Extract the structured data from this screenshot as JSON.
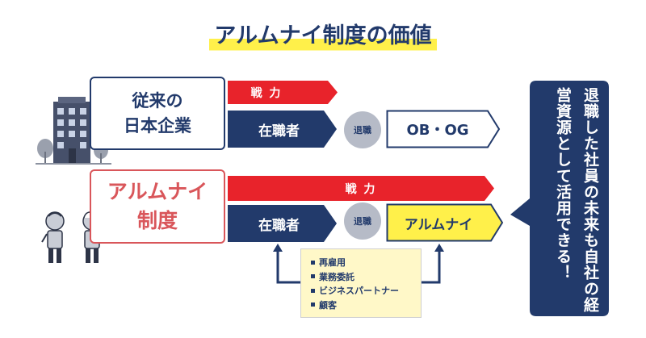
{
  "title": "アルムナイ制度の価値",
  "traditional": {
    "label_line1": "従来の",
    "label_line2": "日本企業",
    "power_label": "戦 力",
    "employee_label": "在職者",
    "retire_label": "退職",
    "after_label": "OB・OG"
  },
  "alumni_system": {
    "label_line1": "アルムナイ",
    "label_line2": "制度",
    "power_label": "戦 力",
    "employee_label": "在職者",
    "retire_label": "退職",
    "after_label": "アルムナイ",
    "relationships": [
      "再雇用",
      "業務委託",
      "ビジネスパートナー",
      "顧客"
    ]
  },
  "bubble_text": "退職した社員の未来も自社の経営資源として活用できる！",
  "colors": {
    "navy": "#223a6b",
    "red": "#e8232b",
    "coral": "#d9565a",
    "yellow": "#fff04a",
    "gray_circle": "#b6bbc7",
    "list_bg": "#fff8c8"
  }
}
